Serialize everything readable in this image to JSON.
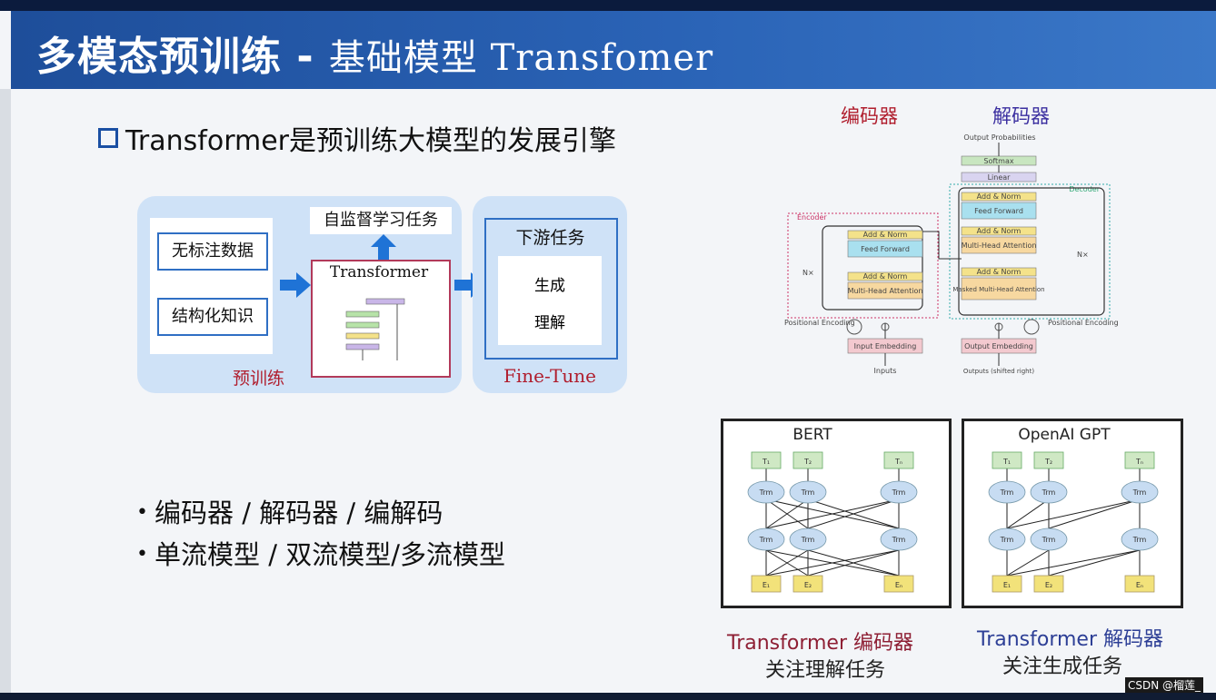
{
  "header": {
    "title_cn": "多模态预训练",
    "title_sep": " - ",
    "title_sub": "基础模型 Transfomer"
  },
  "headline": "Transformer是预训练大模型的发展引擎",
  "pretrain": {
    "inputs": [
      "无标注数据",
      "结构化知识"
    ],
    "model_label": "Transformer",
    "self_supervised": "自监督学习任务",
    "label": "预训练"
  },
  "finetune": {
    "downstream": "下游任务",
    "tasks": [
      "生成",
      "理解"
    ],
    "label": "Fine-Tune"
  },
  "bullets": [
    "编码器 / 解码器 / 编解码",
    "单流模型 / 双流模型/多流模型"
  ],
  "architecture": {
    "encoder_label": "编码器",
    "decoder_label": "解码器",
    "output_prob": "Output Probabilities",
    "softmax": "Softmax",
    "linear": "Linear",
    "encoder_tag": "Encoder",
    "decoder_tag": "Decoder",
    "add_norm": "Add & Norm",
    "feed_forward": "Feed Forward",
    "mha": "Multi-Head Attention",
    "masked_mha": "Masked Multi-Head Attention",
    "nx": "N×",
    "pos_enc": "Positional Encoding",
    "input_emb": "Input Embedding",
    "output_emb": "Output Embedding",
    "inputs": "Inputs",
    "outputs": "Outputs (shifted right)"
  },
  "bert": {
    "title": "BERT",
    "t_labels": [
      "T₁",
      "T₂",
      "Tₙ"
    ],
    "trm": "Trm",
    "e_labels": [
      "E₁",
      "E₂",
      "Eₙ"
    ]
  },
  "gpt": {
    "title": "OpenAI GPT",
    "t_labels": [
      "T₁",
      "T₂",
      "Tₙ"
    ],
    "trm": "Trm",
    "e_labels": [
      "E₁",
      "E₂",
      "Eₙ"
    ]
  },
  "captions": {
    "enc_title": "Transformer 编码器",
    "enc_desc": "关注理解任务",
    "dec_title": "Transformer 解码器",
    "dec_desc": "关注生成任务"
  },
  "watermark": "CSDN @榴莲_",
  "colors": {
    "header_blue": "#2a63b6",
    "panel_blue": "#cfe2f7",
    "accent_red": "#b01d2d",
    "accent_purple": "#3b2fa0"
  }
}
